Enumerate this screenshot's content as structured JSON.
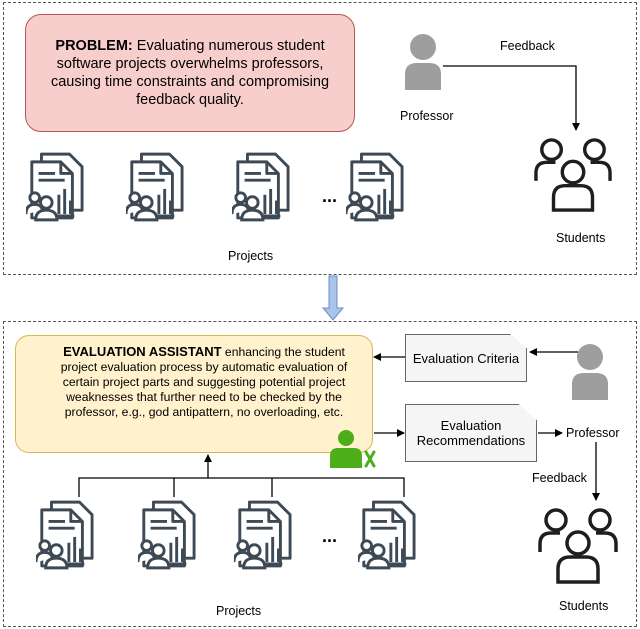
{
  "top_panel": {
    "problem": {
      "lead": "PROBLEM:",
      "text": " Evaluating numerous student software projects overwhelms professors, causing time constraints and compromising feedback quality."
    },
    "professor_label": "Professor",
    "feedback_label": "Feedback",
    "students_label": "Students",
    "projects_label": "Projects",
    "ellipsis": "..."
  },
  "bottom_panel": {
    "assistant": {
      "lead": "EVALUATION ASSISTANT",
      "text": " enhancing the student project evaluation process by automatic evaluation of certain project parts and suggesting potential project weaknesses that further need to be checked by the professor, e.g., god antipattern, no overloading, etc."
    },
    "criteria_label": "Evaluation Criteria",
    "recommendations_label": "Evaluation Recommendations",
    "professor_label": "Professor",
    "feedback_label": "Feedback",
    "students_label": "Students",
    "projects_label": "Projects",
    "ellipsis": "..."
  },
  "colors": {
    "problem_fill": "#f8cecc",
    "problem_stroke": "#b85450",
    "assistant_fill": "#fff2cc",
    "assistant_stroke": "#d6b656",
    "icon_gray": "#3d4a55",
    "person_gray": "#9e9e9e",
    "assistant_icon_green": "#4caf1a",
    "down_arrow_blue": "#a9c4eb"
  }
}
